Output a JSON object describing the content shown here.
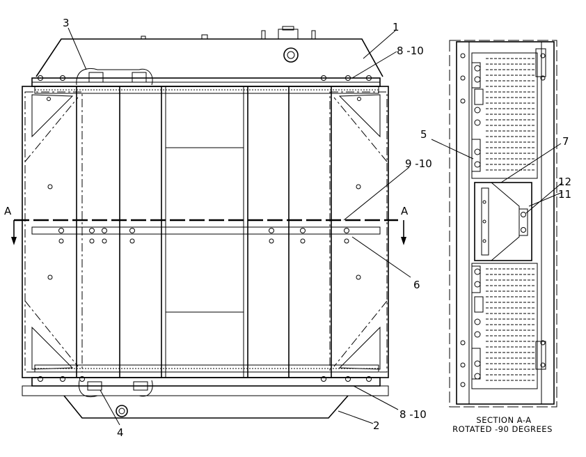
{
  "callouts": {
    "c1": "1",
    "c2": "2",
    "c3": "3",
    "c4": "4",
    "c5": "5",
    "c6": "6",
    "c7": "7",
    "c8_top": "8 -10",
    "c8_bottom": "8 -10",
    "c9": "9 -10",
    "c11": "11",
    "c12": "12"
  },
  "section_marks": {
    "left": "A",
    "right": "A"
  },
  "section_caption": {
    "line1": "SECTION A-A",
    "line2": "ROTATED -90 DEGREES"
  }
}
